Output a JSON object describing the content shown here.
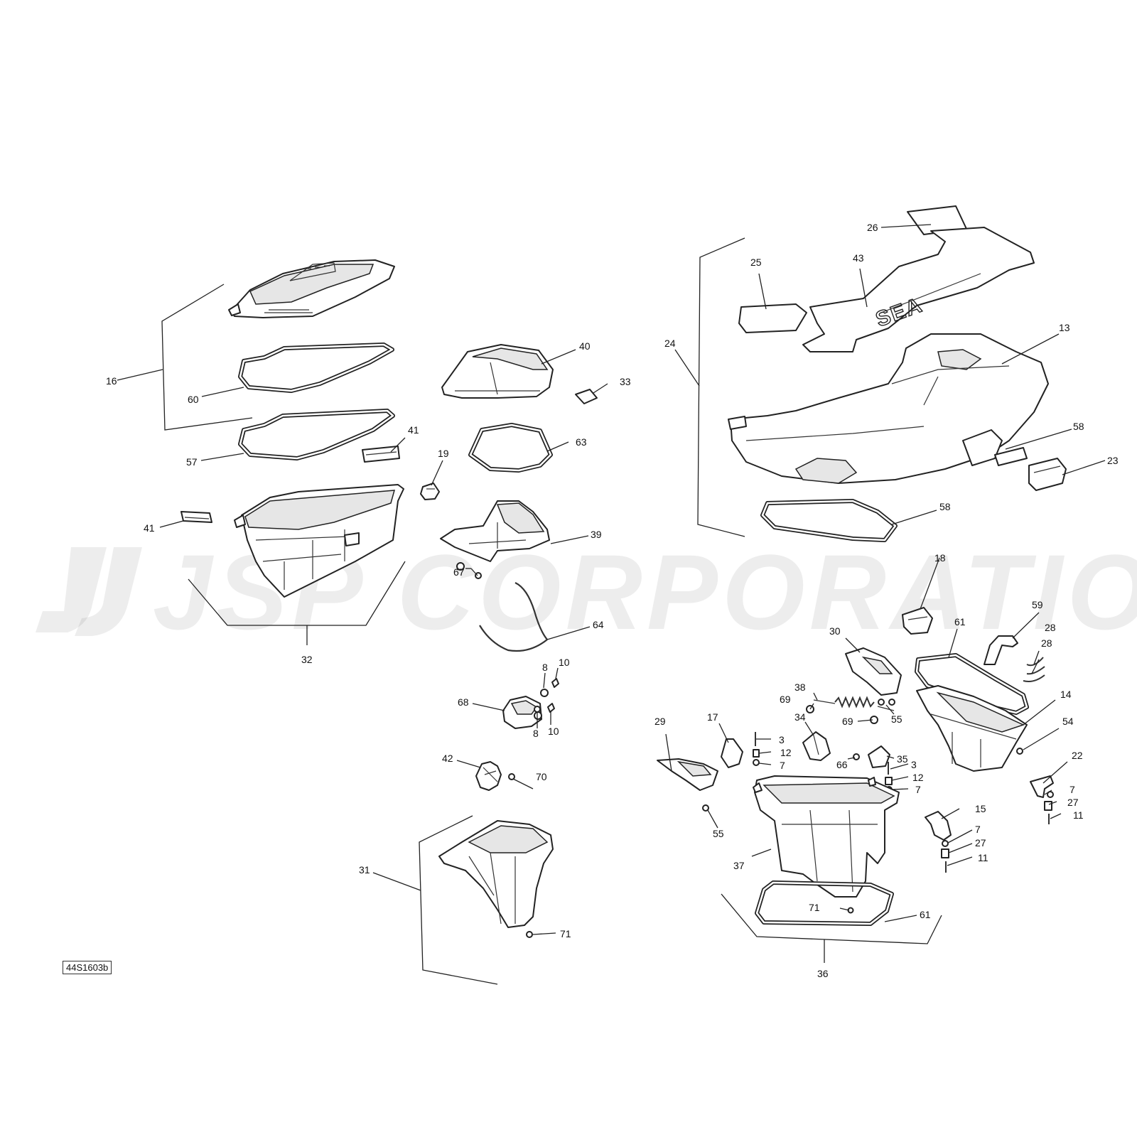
{
  "watermark": {
    "text": "JSP CORPORATION"
  },
  "reference": "44S1603b",
  "callouts": {
    "c16": "16",
    "c60": "60",
    "c57": "57",
    "c41a": "41",
    "c41b": "41",
    "c32": "32",
    "c40": "40",
    "c33": "33",
    "c63": "63",
    "c19": "19",
    "c39": "39",
    "c67": "67",
    "c64": "64",
    "c8a": "8",
    "c10a": "10",
    "c68": "68",
    "c8b": "8",
    "c10b": "10",
    "c42": "42",
    "c70": "70",
    "c31": "31",
    "c71a": "71",
    "c26": "26",
    "c25": "25",
    "c43": "43",
    "c24": "24",
    "c13": "13",
    "c58a": "58",
    "c23": "23",
    "c58b": "58",
    "c18": "18",
    "c59": "59",
    "c61a": "61",
    "c28a": "28",
    "c28b": "28",
    "c30": "30",
    "c38": "38",
    "c69a": "69",
    "c69b": "69",
    "c55a": "55",
    "c14": "14",
    "c54": "54",
    "c29": "29",
    "c17": "17",
    "c34": "34",
    "c3a": "3",
    "c12a": "12",
    "c7a": "7",
    "c35": "35",
    "c66": "66",
    "c3b": "3",
    "c12b": "12",
    "c7b": "7",
    "c22": "22",
    "c7c": "7",
    "c27a": "27",
    "c11a": "11",
    "c55b": "55",
    "c15": "15",
    "c7d": "7",
    "c27b": "27",
    "c11b": "11",
    "c37": "37",
    "c71b": "71",
    "c61b": "61",
    "c36": "36"
  }
}
